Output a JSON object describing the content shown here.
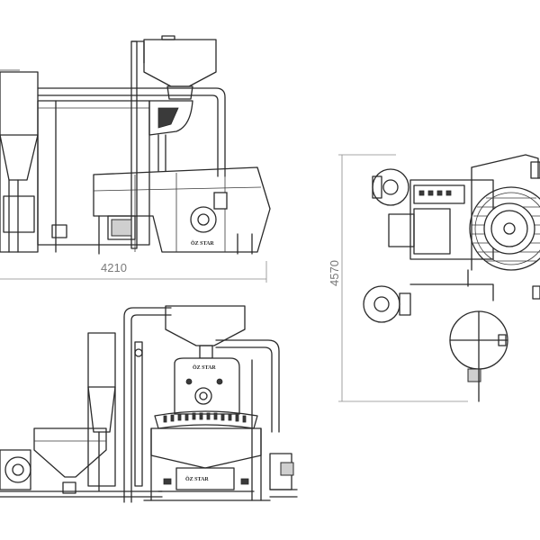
{
  "dimensions": {
    "side_width": "4210",
    "plan_depth": "4570"
  },
  "brand_label": "ÖZ STAR"
}
